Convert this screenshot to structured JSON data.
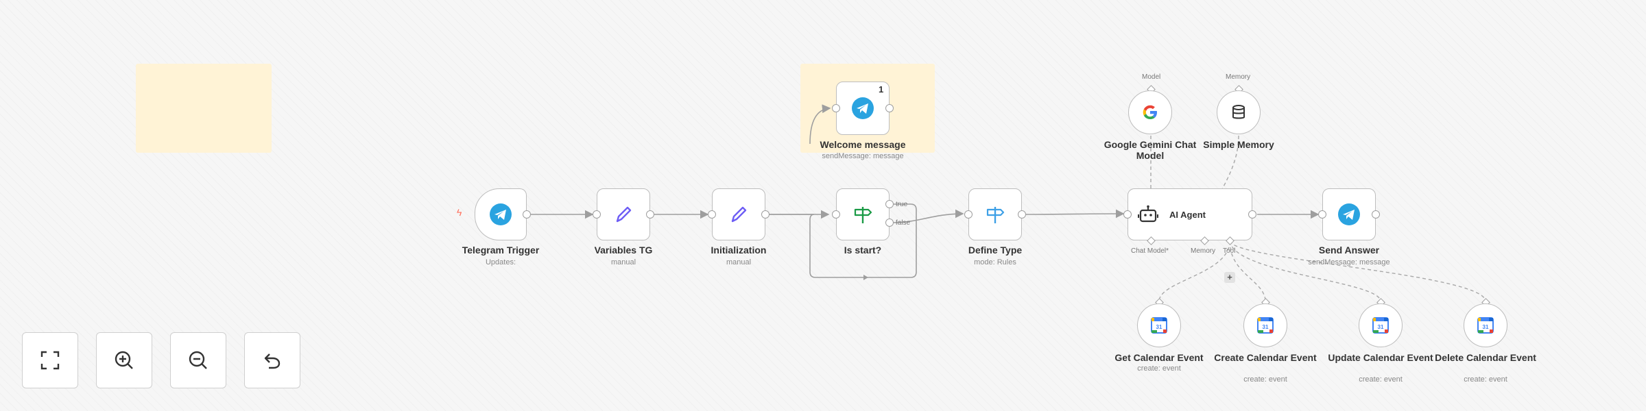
{
  "nodes": {
    "telegram_trigger": {
      "label": "Telegram Trigger",
      "sub": "Updates: "
    },
    "variables_tg": {
      "label": "Variables TG",
      "sub": "manual"
    },
    "initialization": {
      "label": "Initialization",
      "sub": "manual"
    },
    "welcome_message": {
      "label": "Welcome message",
      "sub": "sendMessage: message",
      "badge": "1"
    },
    "is_start": {
      "label": "Is start?",
      "sub": "",
      "true_label": "true",
      "false_label": "false"
    },
    "define_type": {
      "label": "Define Type",
      "sub": "mode: Rules"
    },
    "ai_agent": {
      "label": "AI Agent",
      "chat_model_port": "Chat Model*",
      "memory_port": "Memory",
      "tool_port": "Tool"
    },
    "send_answer": {
      "label": "Send Answer",
      "sub": "sendMessage: message"
    },
    "gemini": {
      "label": "Google Gemini Chat Model",
      "top": "Model"
    },
    "simple_memory": {
      "label": "Simple Memory",
      "top": "Memory"
    },
    "get_event": {
      "label": "Get Calendar Event",
      "sub": "create: event"
    },
    "create_event": {
      "label": "Create Calendar Event",
      "sub": "create: event"
    },
    "update_event": {
      "label": "Update Calendar Event",
      "sub": "create: event"
    },
    "delete_event": {
      "label": "Delete Calendar Event",
      "sub": "create: event"
    }
  },
  "add_tool_symbol": "+",
  "controls": [
    "fit-view",
    "zoom-in",
    "zoom-out",
    "reset"
  ],
  "icons": {
    "telegram": "telegram-icon",
    "pencil": "pencil-icon",
    "if": "signpost-icon",
    "switch": "signpost-icon",
    "agent": "robot-icon",
    "google": "google-icon",
    "memory": "database-icon",
    "calendar": "google-calendar-icon"
  },
  "colors": {
    "telegram": "#2aa3e0",
    "pencil": "#6d5df5",
    "if": "#1a9a45",
    "switch": "#3ea0e6",
    "sticky": "#fff3d6",
    "trigger_bolt": "#ff6d5a"
  }
}
